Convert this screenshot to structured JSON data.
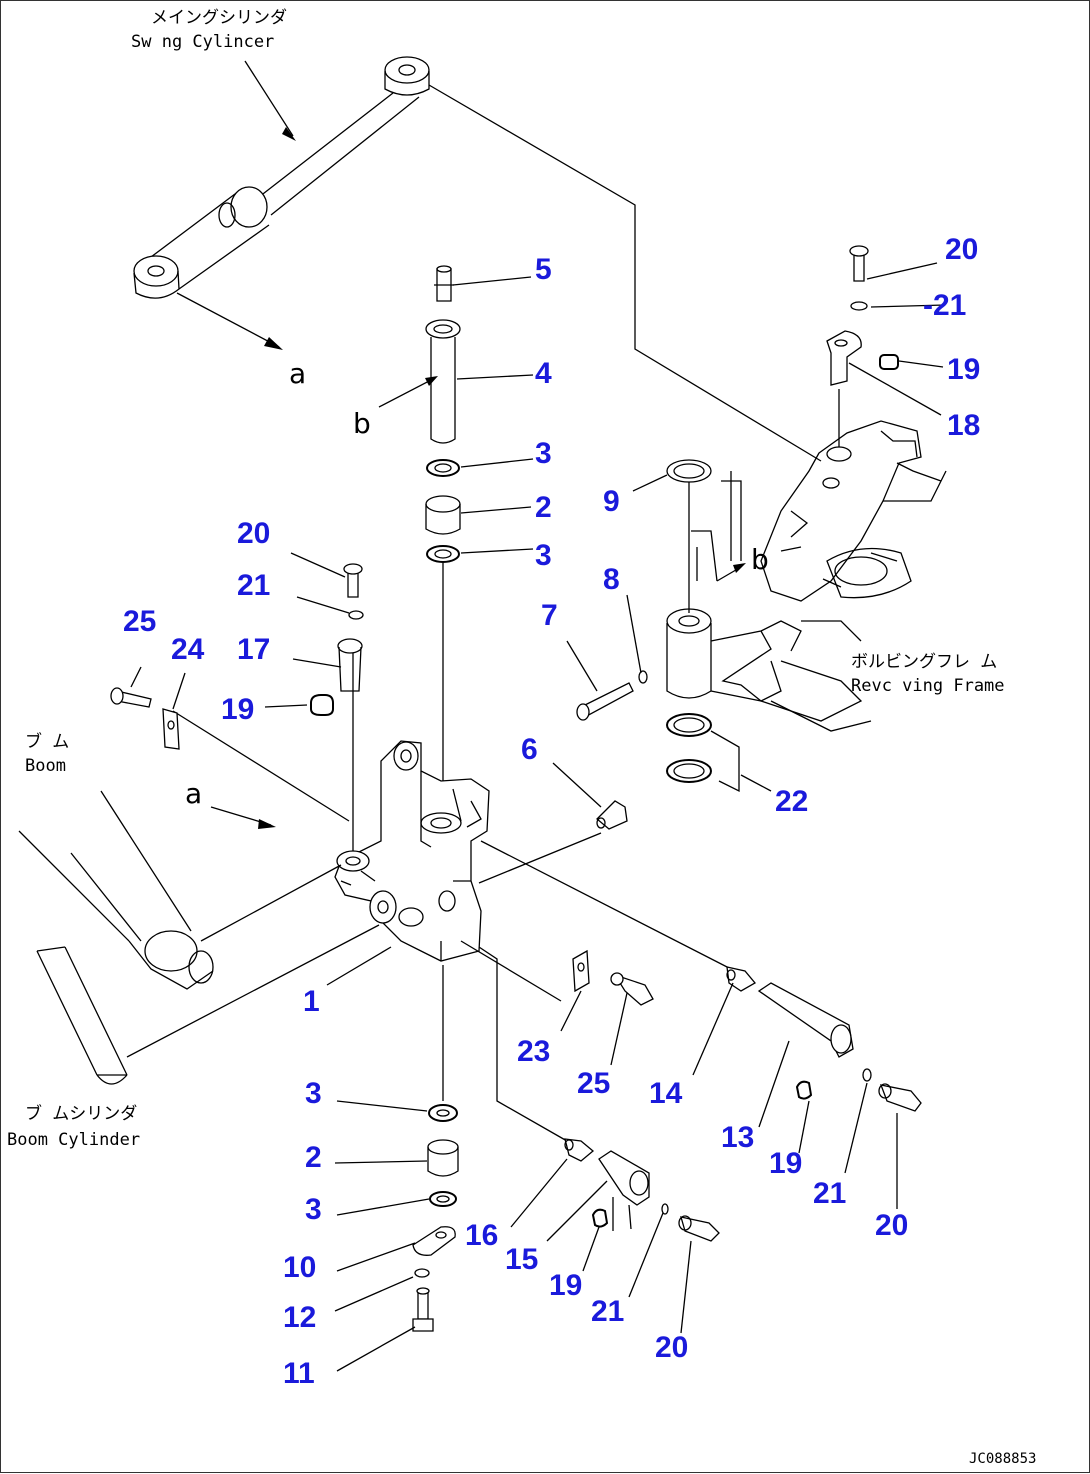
{
  "labels": {
    "swing_cylinder_jp": "メイングシリンダ",
    "swing_cylinder_en": "Sw ng Cylincer",
    "revolving_frame_jp": "ボルビングフレ ム",
    "revolving_frame_en": "Revc ving Frame",
    "boom_jp": "ブ ム",
    "boom_en": "Boom",
    "boom_cylinder_jp": "ブ ムシリンダ",
    "boom_cylinder_en": "Boom Cylinder",
    "view_a_top": "a",
    "view_b_top": "b",
    "view_a_bracket": "a",
    "view_b_frame": "b",
    "drawing_code": "JC088853"
  },
  "parts": [
    {
      "n": "20"
    },
    {
      "n": "-21"
    },
    {
      "n": "19"
    },
    {
      "n": "18"
    },
    {
      "n": "5"
    },
    {
      "n": "4"
    },
    {
      "n": "3"
    },
    {
      "n": "2"
    },
    {
      "n": "3"
    },
    {
      "n": "9"
    },
    {
      "n": "8"
    },
    {
      "n": "7"
    },
    {
      "n": "6"
    },
    {
      "n": "22"
    },
    {
      "n": "20"
    },
    {
      "n": "21"
    },
    {
      "n": "25"
    },
    {
      "n": "24"
    },
    {
      "n": "17"
    },
    {
      "n": "19"
    },
    {
      "n": "1"
    },
    {
      "n": "3"
    },
    {
      "n": "2"
    },
    {
      "n": "3"
    },
    {
      "n": "10"
    },
    {
      "n": "12"
    },
    {
      "n": "11"
    },
    {
      "n": "23"
    },
    {
      "n": "25"
    },
    {
      "n": "14"
    },
    {
      "n": "13"
    },
    {
      "n": "19"
    },
    {
      "n": "21"
    },
    {
      "n": "20"
    },
    {
      "n": "16"
    },
    {
      "n": "15"
    },
    {
      "n": "19"
    },
    {
      "n": "21"
    },
    {
      "n": "20"
    }
  ],
  "colors": {
    "part_number": "#1a1adb",
    "line": "#000000"
  }
}
